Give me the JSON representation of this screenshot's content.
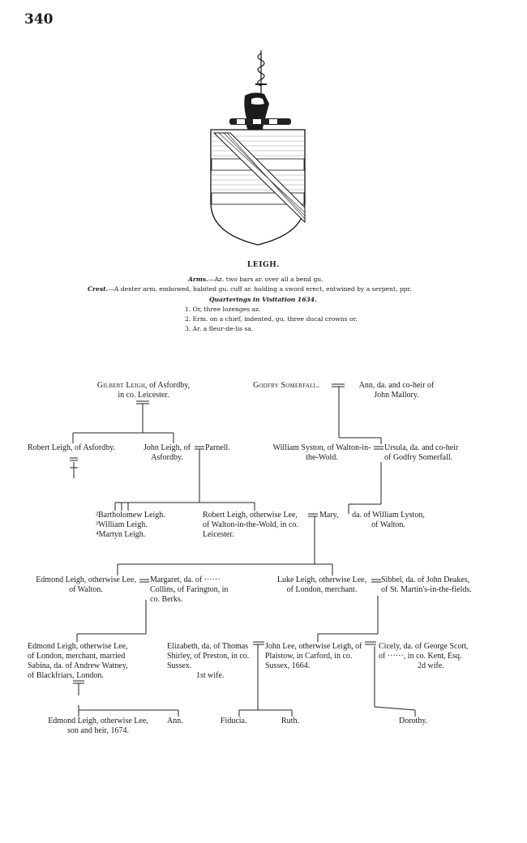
{
  "page_number": "340",
  "title": "LEIGH.",
  "blazon": {
    "arms_label": "Arms.",
    "arms": "—Az. two bars ar. over all a bend gu.",
    "crest_label": "Crest.",
    "crest": "—A dexter arm, embowed, habited gu. cuff ar. holding a sword erect, entwined by a serpent, ppr.",
    "quarterings_heading": "Quarterings in Visitation 1634.",
    "quarterings": [
      "1. Or, three lozenges az.",
      "2. Erm. on a chief, indented, gu. three ducal crowns or.",
      "3. Ar. a fleur-de-lis sa."
    ]
  },
  "pedigree": {
    "gen1": {
      "gilbert_name": "Gilbert Leigh",
      "gilbert_rest": ", of Asfordby,",
      "gilbert_line2": "in co. Leicester.",
      "godfry_name": "Godfry Somerfall.",
      "ann_line1": "Ann, da. and co-heir of",
      "ann_line2": "John Mallory."
    },
    "gen2": {
      "robert": "Robert Leigh, of Asfordby.",
      "john_line1": "John Leigh, of",
      "john_line2": "Asfordby.",
      "parnell": "Parnell.",
      "william_line1": "William Syston, of Walton-in-",
      "william_line2": "the-Wold.",
      "ursula_line1": "Ursula, da. and co-heir",
      "ursula_line2": "of Godfry Somerfall."
    },
    "gen3": {
      "sons": [
        "²Bartholomew Leigh.",
        "³William Leigh.",
        "⁴Martyn Leigh."
      ],
      "robert_line1": "Robert Leigh, otherwise Lee,",
      "robert_line2": "of Walton-in-the-Wold, in co.",
      "robert_line3": "Leicester.",
      "mary": "Mary,",
      "mary_line1": "da. of William Lyston,",
      "mary_line2": "of Walton."
    },
    "gen4": {
      "edmond_line1": "Edmond Leigh, otherwise Lee,",
      "edmond_line2": "of Walton.",
      "margaret_line1": "Margaret, da. of ······",
      "margaret_line2": "Collins, of Farington, in",
      "margaret_line3": "co. Berks.",
      "luke_line1": "Luke Leigh, otherwise Lee,",
      "luke_line2": "of London, merchant.",
      "sibbel_line1": "Sibbel, da. of John Deakes,",
      "sibbel_line2": "of St. Martin's-in-the-fields."
    },
    "gen5": {
      "edmond_line1": "Edmond Leigh, otherwise Lee,",
      "edmond_line2": "of London, merchant, married",
      "edmond_line3": "Sabina, da. of Andrew Watney,",
      "edmond_line4": "of Blackfriars, London.",
      "elizabeth_line1": "Elizabeth, da. of Thomas",
      "elizabeth_line2": "Shirley, of Preston, in co.",
      "elizabeth_line3": "Sussex.",
      "elizabeth_line4": "1st wife.",
      "john_line1": "John Lee, otherwise Leigh, of",
      "john_line2": "Plaistow, in Carford, in co.",
      "john_line3": "Sussex, 1664.",
      "cicely_line1": "Cicely, da. of George Scott,",
      "cicely_line2": "of ······, in co. Kent, Esq.",
      "cicely_line3": "2d wife."
    },
    "gen6": {
      "edmond_line1": "Edmond Leigh, otherwise Lee,",
      "edmond_line2": "son and heir, 1674.",
      "ann": "Ann.",
      "fiducia": "Fiducia.",
      "ruth": "Ruth.",
      "dorothy": "Dorothy."
    }
  }
}
